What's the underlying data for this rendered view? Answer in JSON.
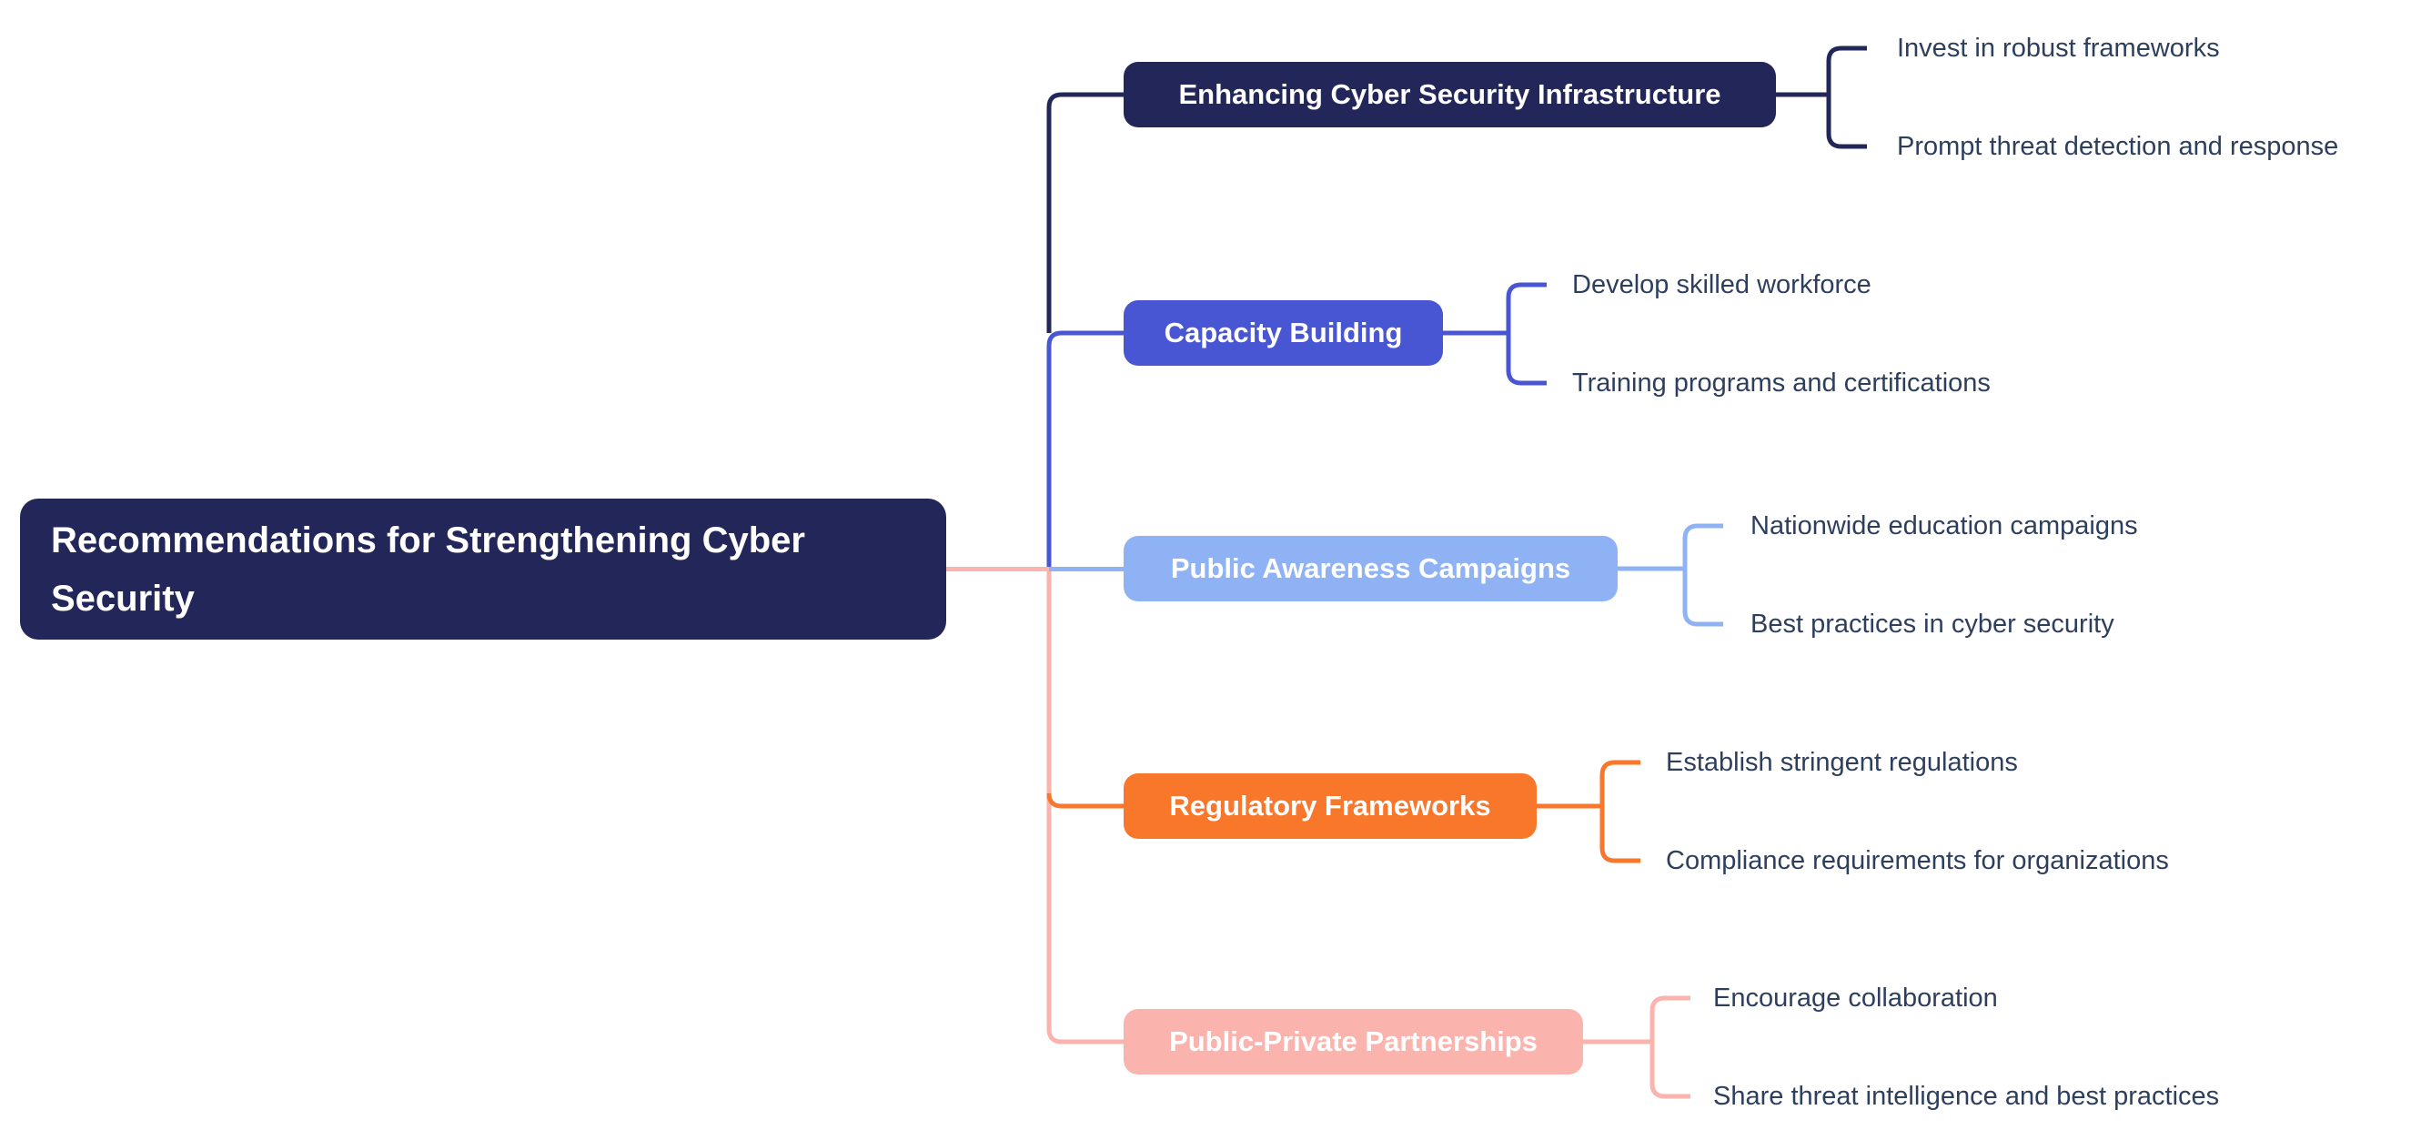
{
  "background": "#ffffff",
  "leaf_text_color": "#2e3f5e",
  "root": {
    "label": "Recommendations for Strengthening Cyber Security",
    "bg": "#232659",
    "text_color": "#ffffff",
    "link_color": "#fbb3ae"
  },
  "branches": [
    {
      "label": "Enhancing Cyber Security Infrastructure",
      "color": "#232659",
      "text_color": "#ffffff",
      "children": [
        "Invest in robust frameworks",
        "Prompt threat detection and response"
      ]
    },
    {
      "label": "Capacity Building",
      "color": "#4956d4",
      "text_color": "#ffffff",
      "children": [
        "Develop skilled workforce",
        "Training programs and certifications"
      ]
    },
    {
      "label": "Public Awareness Campaigns",
      "color": "#8fb2f4",
      "text_color": "#ffffff",
      "children": [
        "Nationwide education campaigns",
        "Best practices in cyber security"
      ]
    },
    {
      "label": "Regulatory Frameworks",
      "color": "#f8772b",
      "text_color": "#ffffff",
      "children": [
        "Establish stringent regulations",
        "Compliance requirements for organizations"
      ]
    },
    {
      "label": "Public-Private Partnerships",
      "color": "#fbb3ae",
      "text_color": "#ffffff",
      "children": [
        "Encourage collaboration",
        "Share threat intelligence and best practices"
      ]
    }
  ]
}
